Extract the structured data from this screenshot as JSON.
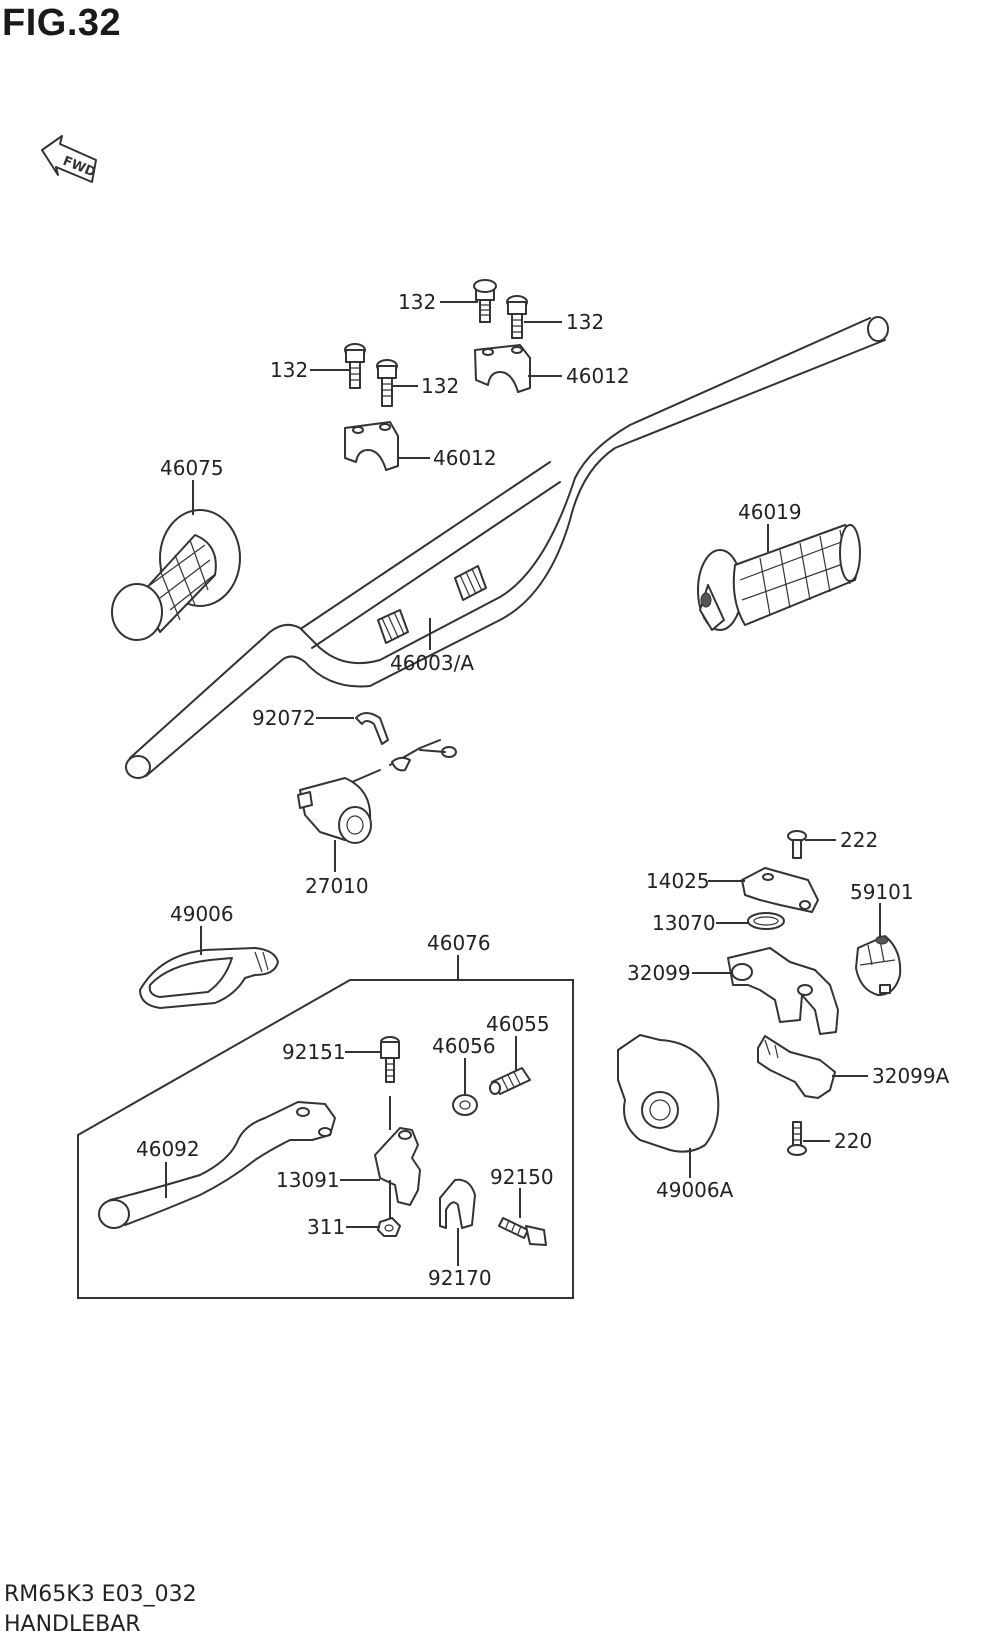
{
  "header": {
    "figure_title": "FIG.32"
  },
  "footer": {
    "model_code": "RM65K3 E03_032",
    "section_name": "HANDLEBAR"
  },
  "direction_indicator": {
    "text": "FWD"
  },
  "part_labels": {
    "p132_a": "132",
    "p132_b": "132",
    "p132_c": "132",
    "p132_d": "132",
    "p46012_a": "46012",
    "p46012_b": "46012",
    "p46075": "46075",
    "p46019": "46019",
    "p46003A": "46003/A",
    "p92072": "92072",
    "p27010": "27010",
    "p222": "222",
    "p14025": "14025",
    "p59101": "59101",
    "p13070": "13070",
    "p32099": "32099",
    "p32099A": "32099A",
    "p49006": "49006",
    "p49006A": "49006A",
    "p220": "220",
    "p46076": "46076",
    "p46055": "46055",
    "p46056": "46056",
    "p92151": "92151",
    "p46092": "46092",
    "p13091": "13091",
    "p92150": "92150",
    "p311": "311",
    "p92170": "92170"
  }
}
